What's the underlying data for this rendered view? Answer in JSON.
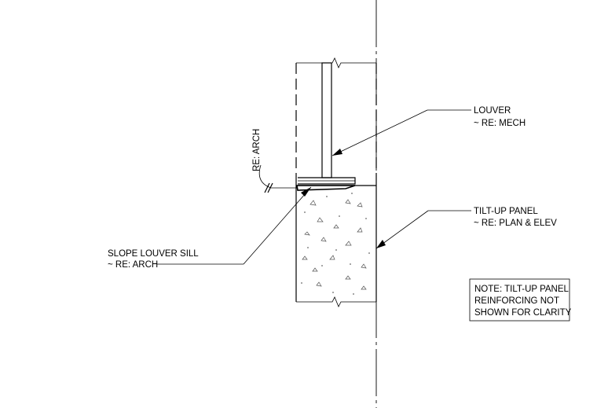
{
  "labels": {
    "louver_line1": "LOUVER",
    "louver_line2": "~ RE: MECH",
    "panel_line1": "TILT-UP PANEL",
    "panel_line2": "~ RE: PLAN & ELEV",
    "sill_line1": "SLOPE LOUVER SILL",
    "sill_line2": "~ RE: ARCH",
    "vertical_ref": "RE: ARCH"
  },
  "note": {
    "line1": "NOTE: TILT-UP PANEL",
    "line2": "REINFORCING NOT",
    "line3": "SHOWN FOR CLARITY"
  }
}
